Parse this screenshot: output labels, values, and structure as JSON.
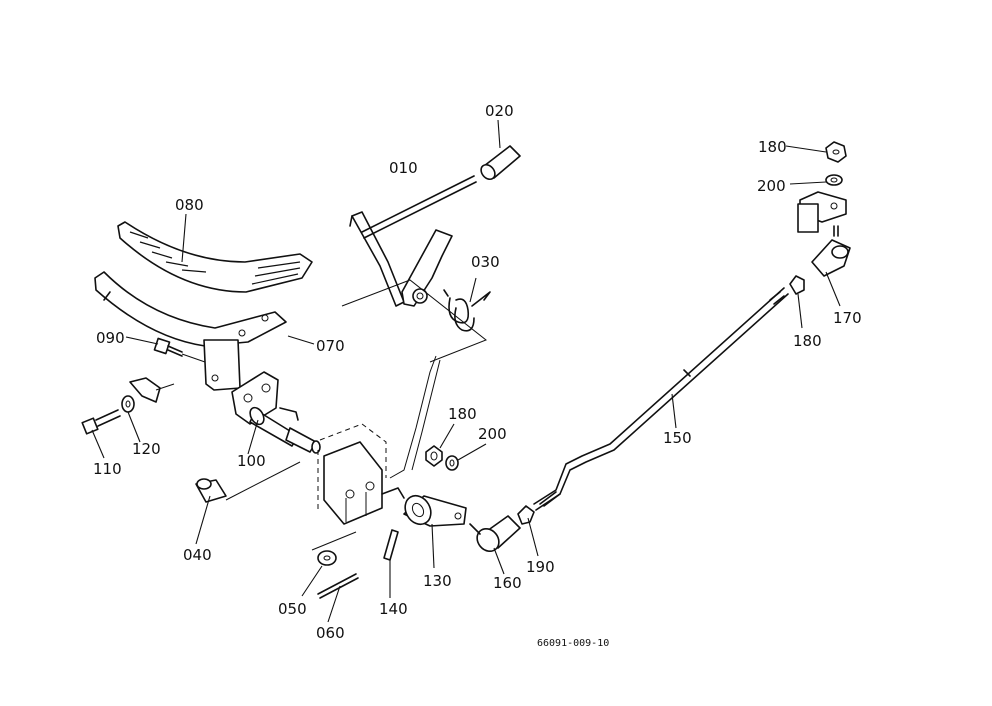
{
  "labels": {
    "p010": "010",
    "p020": "020",
    "p030": "030",
    "p040": "040",
    "p050": "050",
    "p060": "060",
    "p070": "070",
    "p080": "080",
    "p090": "090",
    "p100": "100",
    "p110": "110",
    "p120": "120",
    "p130": "130",
    "p140": "140",
    "p150": "150",
    "p160": "160",
    "p170": "170",
    "p180a": "180",
    "p180b": "180",
    "p180c": "180",
    "p190": "190",
    "p200a": "200",
    "p200b": "200"
  },
  "drawing_ref": "66091-009-10",
  "colors": {
    "line": "#111111",
    "background": "#ffffff"
  }
}
